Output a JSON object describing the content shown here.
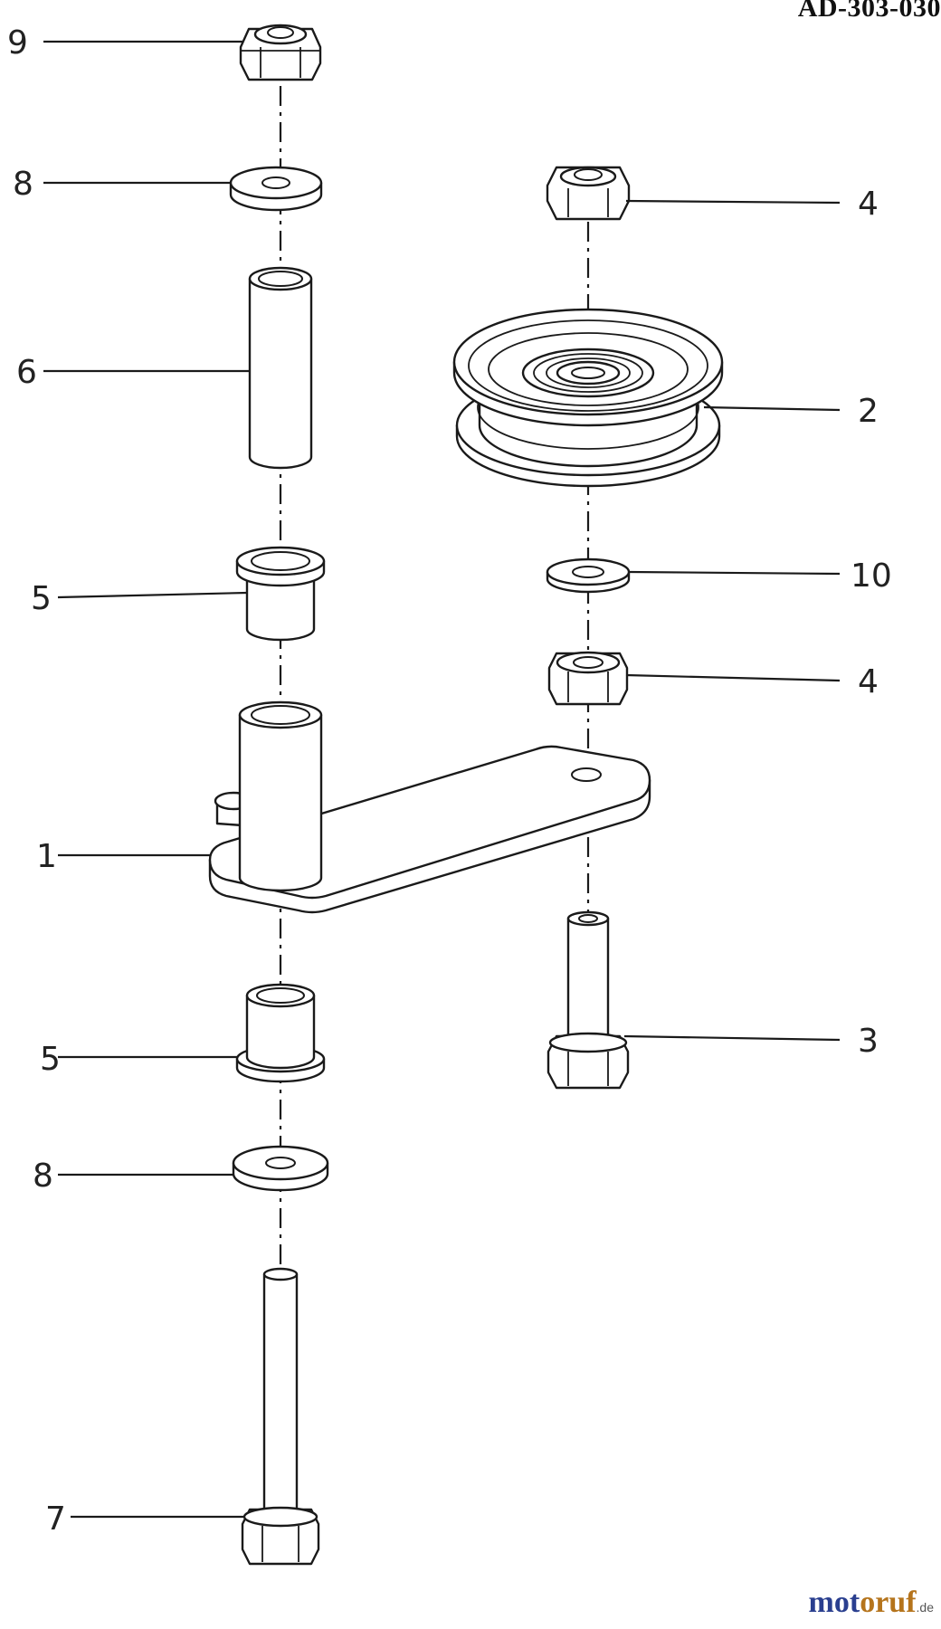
{
  "reference_code": "AD-303-030",
  "callouts": {
    "p9": "9",
    "p8_top": "8",
    "p6": "6",
    "p5_top": "5",
    "p1": "1",
    "p5_bottom": "5",
    "p8_bottom": "8",
    "p7": "7",
    "p4_top": "4",
    "p2": "2",
    "p10": "10",
    "p4_bottom": "4",
    "p3": "3"
  },
  "watermark": {
    "part1": "mot",
    "part2": "oruf",
    "suffix": ".de",
    "color1": "#2a3f8f",
    "color2": "#b5741c"
  }
}
